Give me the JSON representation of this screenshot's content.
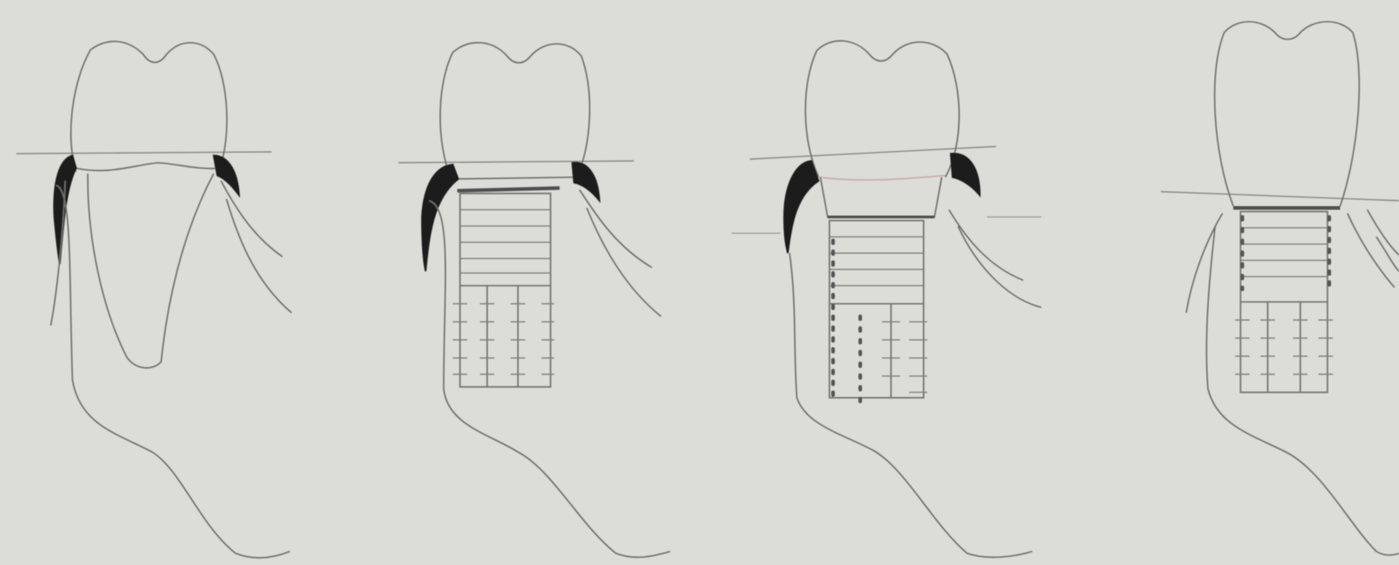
{
  "figure": {
    "panel_count": 4,
    "panels": [
      {
        "content": "natural-tooth-with-root"
      },
      {
        "content": "implant-with-crown"
      },
      {
        "content": "implant-with-crown-dotted-bone-loss"
      },
      {
        "content": "implant-with-crown-receded-bone"
      }
    ],
    "colors": {
      "background": "#dcdcd8",
      "line": "#6e6e6a",
      "dark_tissue": "#1e1e1e",
      "dots": "#555555",
      "crown_margin_tint": "#c9a9a9"
    }
  }
}
